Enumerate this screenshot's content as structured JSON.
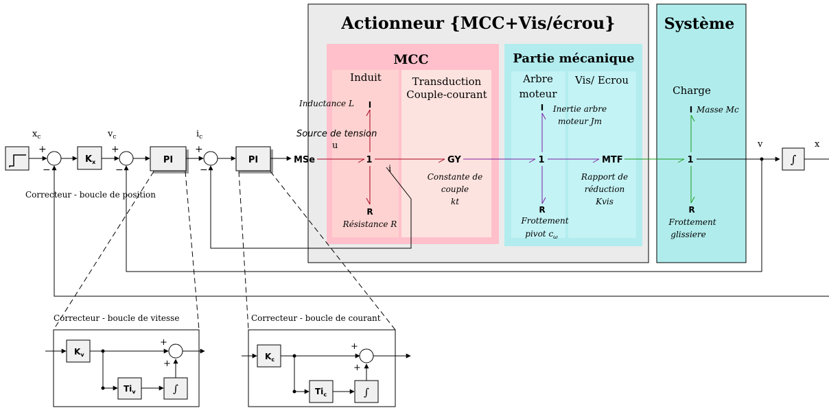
{
  "colors": {
    "actuator_bg": "#ebebeb",
    "mcc_bg": "#ffc0cb",
    "mcc_sub_bg": "#fde3df",
    "meca_bg": "#b2ecee",
    "meca_sub_bg": "#c4f3f5",
    "systeme_bg": "#b1ecec",
    "electric": "#a8001e",
    "mechanical": "#7a1ea0",
    "load": "#1a9a1a",
    "line": "#000000",
    "block_fill": "#f0f0f0",
    "pi_shadow": "#9a9a9a"
  },
  "titles": {
    "actuator": "Actionneur {MCC+Vis/écrou}",
    "systeme": "Système",
    "mcc": "MCC",
    "partie_meca": "Partie mécanique",
    "induit": "Induit",
    "transduction_1": "Transduction",
    "transduction_2": "Couple-courant",
    "arbre_1": "Arbre",
    "arbre_2": "moteur",
    "vis_ecrou": "Vis/ Ecrou",
    "charge": "Charge"
  },
  "bond_graph": {
    "mse": "MSe",
    "junction_1": "1",
    "gy": "GY",
    "mtf": "MTF",
    "i_elem": "I",
    "r_elem": "R",
    "inductance": "Inductance L",
    "source_tension": "Source de tension",
    "u_label": "u",
    "i_label": "i",
    "resistance": "Résistance R",
    "constante_1": "Constante de",
    "constante_2": "couple",
    "constante_3": "kt",
    "inertie_1": "Inertie arbre",
    "inertie_2": "moteur Jm",
    "rapport_1": "Rapport de",
    "rapport_2": "réduction",
    "rapport_3": "Kvis",
    "frott_pivot_1": "Frottement",
    "frott_pivot_2": "pivot c",
    "frott_pivot_sub": "ω",
    "masse": "Masse Mc",
    "frott_gliss_1": "Frottement",
    "frott_gliss_2": "glissiere"
  },
  "control": {
    "xc": "x",
    "xc_sub": "c",
    "vc": "v",
    "vc_sub": "c",
    "ic": "i",
    "ic_sub": "c",
    "v": "v",
    "x": "x",
    "plus": "+",
    "minus": "−",
    "kx": "K",
    "kx_sub": "x",
    "pi": "PI",
    "integral": "∫",
    "corr_position": "Correcteur - boucle de position",
    "corr_vitesse": "Correcteur - boucle de vitesse",
    "corr_courant": "Correcteur - boucle de courant",
    "kv": "K",
    "kv_sub": "v",
    "tiv": "Ti",
    "tiv_sub": "v",
    "kc": "K",
    "kc_sub": "c",
    "tic": "Ti",
    "tic_sub": "c"
  }
}
